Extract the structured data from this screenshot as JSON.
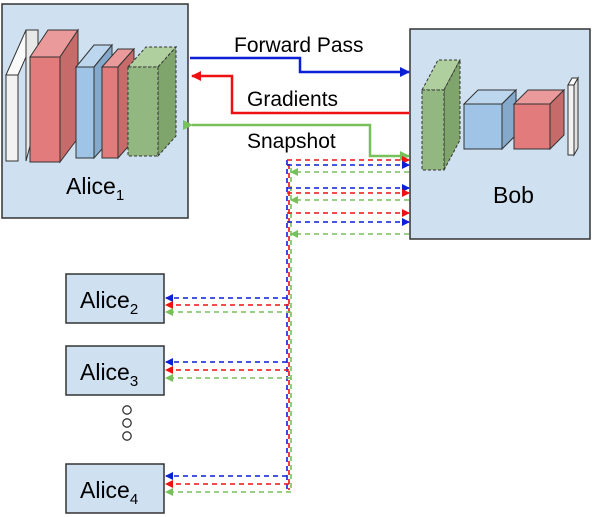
{
  "labels": {
    "forward": "Forward Pass",
    "gradients": "Gradients",
    "snapshot": "Snapshot",
    "bob": "Bob",
    "alice_name": "Alice",
    "alice1_sub": "1",
    "alice2_sub": "2",
    "alice3_sub": "3",
    "alice4_sub": "4"
  },
  "colors": {
    "forward": "#0a1fd6",
    "gradients": "#ee1111",
    "snapshot": "#78c05a",
    "box_fill": "#cfe0f1",
    "box_stroke": "#333333",
    "layer_white": "#f2f2f2",
    "layer_red": "#e27b7b",
    "layer_blue": "#9fc4e6",
    "layer_green": "#93b780"
  },
  "ellipsis_icon": "vertical-dots"
}
